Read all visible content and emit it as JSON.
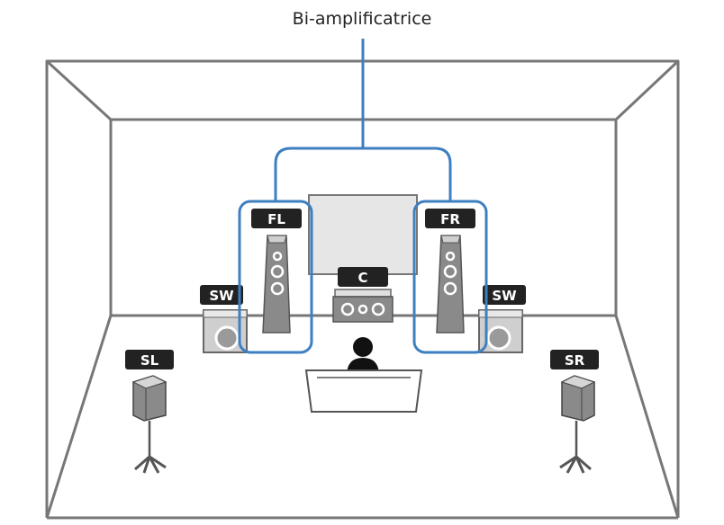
{
  "title": "Bi-amplificatrice",
  "speakers": {
    "front_left": "FL",
    "front_right": "FR",
    "center": "C",
    "subwoofer_left": "SW",
    "subwoofer_right": "SW",
    "surround_left": "SL",
    "surround_right": "SR"
  },
  "colors": {
    "connection": "#3d7fc1",
    "tag": "#222222",
    "speaker_body": "#888888",
    "screen": "#e6e6e6",
    "outline": "#777777"
  }
}
